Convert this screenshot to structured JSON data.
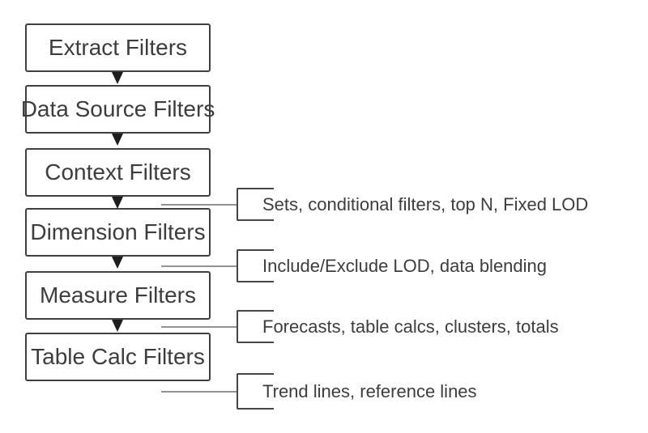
{
  "diagram": {
    "boxes": [
      {
        "label": "Extract Filters"
      },
      {
        "label": "Data Source Filters"
      },
      {
        "label": "Context Filters"
      },
      {
        "label": "Dimension Filters"
      },
      {
        "label": "Measure Filters"
      },
      {
        "label": "Table Calc Filters"
      }
    ],
    "annotations": [
      {
        "label": "Sets, conditional filters, top N, Fixed LOD"
      },
      {
        "label": "Include/Exclude LOD, data blending"
      },
      {
        "label": "Forecasts, table calcs, clusters, totals"
      },
      {
        "label": "Trend lines, reference lines"
      }
    ],
    "icons": [
      {
        "name": "arrow-down-icon",
        "shape": "filled-triangle-down"
      },
      {
        "name": "bracket-icon",
        "shape": "open-square-bracket"
      }
    ],
    "colors": {
      "box-border": "#404040",
      "bracket-line": "#454545",
      "connector-line": "#929292",
      "arrow-fill": "#1e1e1e",
      "text": "#3d3d3d",
      "background": "#ffffff"
    }
  }
}
